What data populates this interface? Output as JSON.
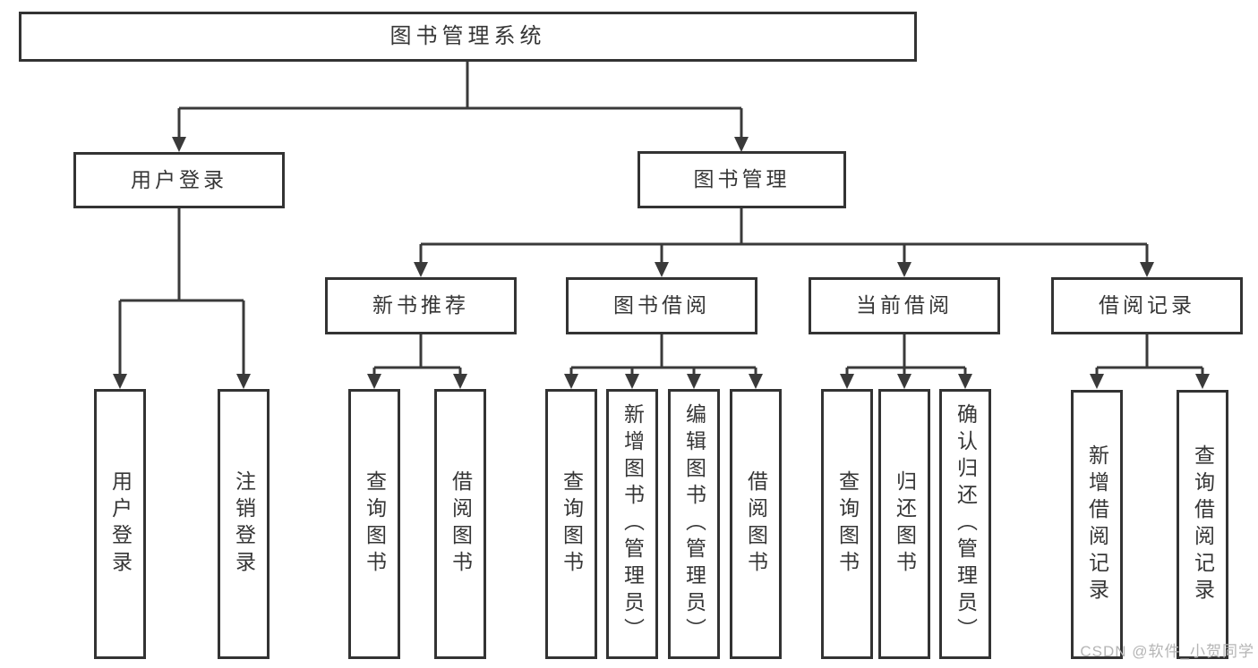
{
  "colors": {
    "line": "#3a3a3a",
    "box_border": "#333333",
    "text": "#363636",
    "watermark": "#b5b5b5",
    "background": "#ffffff"
  },
  "tree": {
    "root": {
      "label": "图书管理系统"
    },
    "children": [
      {
        "label": "用户登录",
        "children": [
          {
            "label": "用户登录"
          },
          {
            "label": "注销登录"
          }
        ]
      },
      {
        "label": "图书管理",
        "children": [
          {
            "label": "新书推荐",
            "children": [
              {
                "label": "查询图书"
              },
              {
                "label": "借阅图书"
              }
            ]
          },
          {
            "label": "图书借阅",
            "children": [
              {
                "label": "查询图书"
              },
              {
                "label": "新增图书（管理员）"
              },
              {
                "label": "编辑图书（管理员）"
              },
              {
                "label": "借阅图书"
              }
            ]
          },
          {
            "label": "当前借阅",
            "children": [
              {
                "label": "查询图书"
              },
              {
                "label": "归还图书"
              },
              {
                "label": "确认归还（管理员）"
              }
            ]
          },
          {
            "label": "借阅记录",
            "children": [
              {
                "label": "新增借阅记录"
              },
              {
                "label": "查询借阅记录"
              }
            ]
          }
        ]
      }
    ]
  },
  "watermark": {
    "text": "CSDN @软件_小贺同学"
  }
}
